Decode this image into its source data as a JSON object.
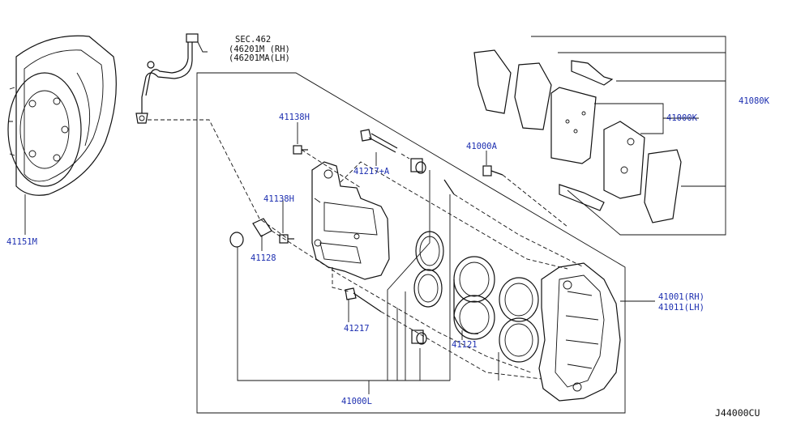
{
  "labels": {
    "sec_ref": "SEC.462",
    "hose_rh": "(46201M (RH)",
    "hose_lh": "(46201MA(LH)",
    "p41138h_a": "41138H",
    "p41138h_b": "41138H",
    "p41217a": "41217+A",
    "p41000a": "41000A",
    "p41080k": "41080K",
    "p41000k": "41000K",
    "p41151m": "41151M",
    "p41128": "41128",
    "p41217": "41217",
    "p41121": "41121",
    "p41001rh": "41001(RH)",
    "p41011lh": "41011(LH)",
    "p41000l": "41000L",
    "diagram_id": "J44000CU"
  }
}
